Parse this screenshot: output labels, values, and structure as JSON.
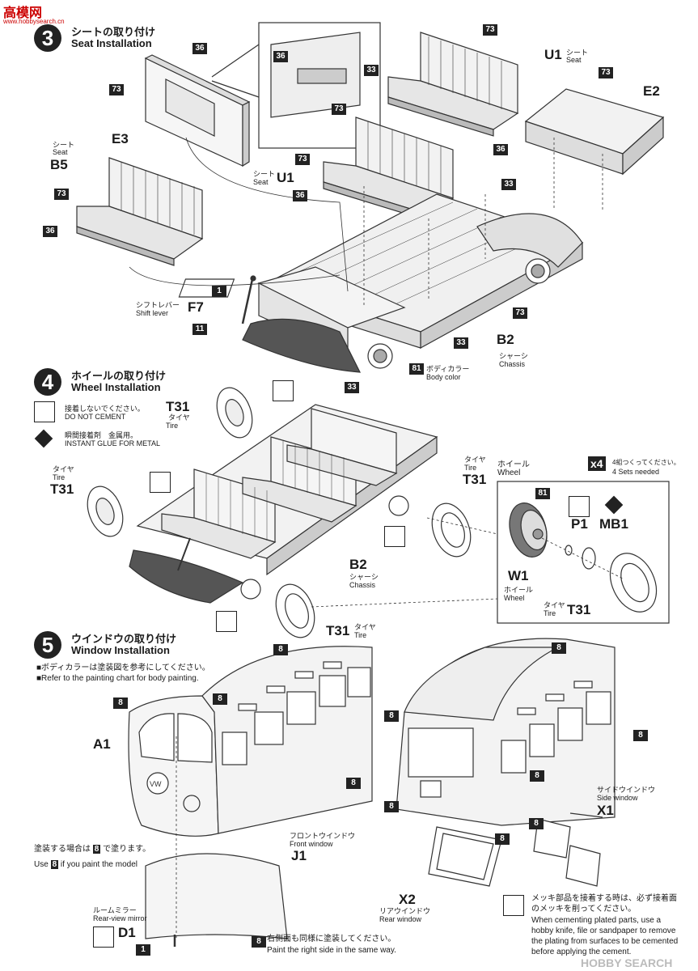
{
  "header": {
    "watermark_top": "高模网",
    "watermark_url": "www.hobbysearch.cn",
    "footer_watermark": "HOBBY SEARCH"
  },
  "step3": {
    "number": "3",
    "title_jp": "シートの取り付け",
    "title_en": "Seat Installation",
    "parts": {
      "e3": "E3",
      "e2": "E2",
      "b5": "B5",
      "u1a": "U1",
      "u1b": "U1",
      "f7": "F7",
      "b2": "B2"
    },
    "labels": {
      "seat_jp": "シート",
      "seat_en": "Seat",
      "shift_jp": "シフトレバー",
      "shift_en": "Shift lever",
      "body_color_jp": "ボディカラー",
      "body_color_en": "Body color",
      "chassis_jp": "シャーシ",
      "chassis_en": "Chassis"
    },
    "numbers": {
      "n36": "36",
      "n73": "73",
      "n33": "33",
      "n1": "1",
      "n11": "11",
      "n81": "81"
    }
  },
  "step4": {
    "number": "4",
    "title_jp": "ホイールの取り付け",
    "title_en": "Wheel Installation",
    "legend": {
      "no_cement_jp": "接着しないでください。",
      "no_cement_en": "DO NOT CEMENT",
      "glue_jp": "瞬間接着剤　金属用。",
      "glue_en": "INSTANT GLUE FOR METAL"
    },
    "parts": {
      "t31a": "T31",
      "t31b": "T31",
      "t31c": "T31",
      "t31d": "T31",
      "t31e": "T31",
      "b2": "B2",
      "p1": "P1",
      "mb1": "MB1",
      "w1": "W1"
    },
    "labels": {
      "tire_jp": "タイヤ",
      "tire_en": "Tire",
      "wheel_jp": "ホイール",
      "wheel_en": "Wheel",
      "chassis_jp": "シャーシ",
      "chassis_en": "Chassis",
      "sets_jp": "4組つくってください。",
      "sets_en": "4 Sets needed",
      "x4": "x4"
    },
    "numbers": {
      "n81": "81"
    }
  },
  "step5": {
    "number": "5",
    "title_jp": "ウインドウの取り付け",
    "title_en": "Window Installation",
    "notes": {
      "paint_jp": "■ボディカラーは塗装図を参考にしてください。",
      "paint_en": "■Refer to the painting chart for body painting.",
      "use8_jp_a": "塗装する場合は",
      "use8_jp_b": "で塗ります。",
      "use8_en_a": "Use",
      "use8_en_b": "if you paint the model",
      "right_side_jp": "右側面も同様に塗装してください。",
      "right_side_en": "Paint the right side in the same way.",
      "plated_jp": "メッキ部品を接着する時は、必ず接着面のメッキを削ってください。",
      "plated_en": "When cementing plated parts, use a hobby knife, file or sandpaper to remove the plating from surfaces to be cemented before applying the cement."
    },
    "parts": {
      "a1": "A1",
      "j1": "J1",
      "x1": "X1",
      "x2": "X2",
      "d1": "D1"
    },
    "labels": {
      "front_jp": "フロントウインドウ",
      "front_en": "Front window",
      "side_jp": "サイドウインドウ",
      "side_en": "Side window",
      "rear_jp": "リアウインドウ",
      "rear_en": "Rear window",
      "mirror_jp": "ルームミラー",
      "mirror_en": "Rear-view mirror"
    },
    "numbers": {
      "n8": "8",
      "n1": "1"
    }
  }
}
